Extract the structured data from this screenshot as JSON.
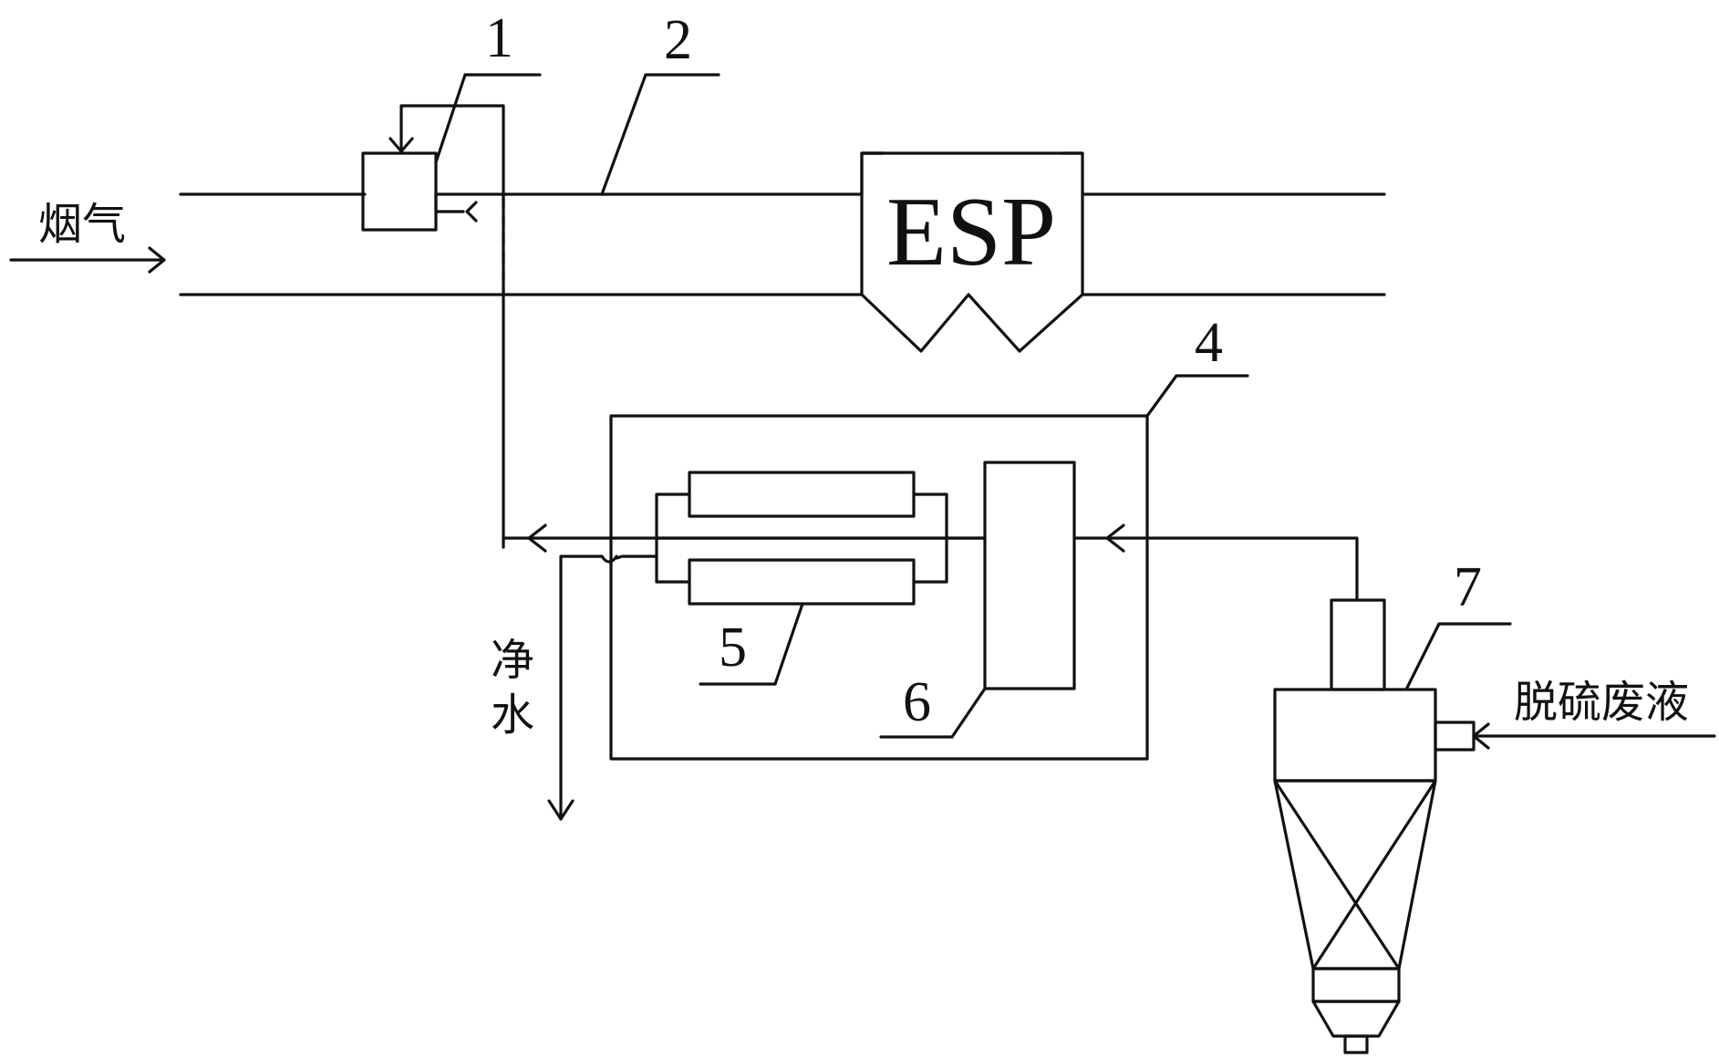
{
  "labels": {
    "flue_gas": "烟气",
    "esp": "ESP",
    "clean_water": [
      "净",
      "水"
    ],
    "desulfurization_wastewater": "脱硫废液",
    "n1": "1",
    "n2": "2",
    "n4": "4",
    "n5": "5",
    "n6": "6",
    "n7": "7"
  }
}
